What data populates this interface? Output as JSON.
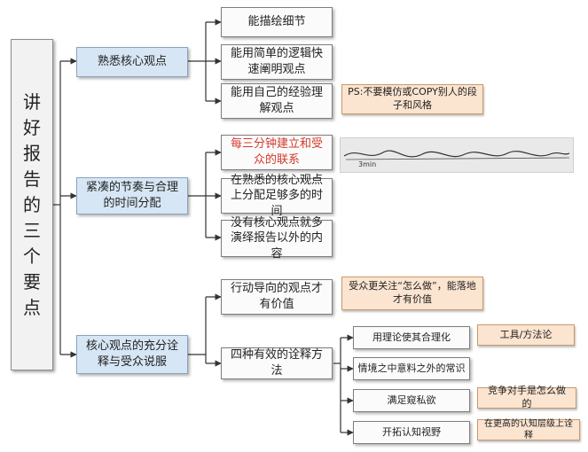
{
  "root": {
    "chars": [
      "讲",
      "好",
      "报",
      "告",
      "的",
      "三",
      "个",
      "要",
      "点"
    ]
  },
  "branches": [
    {
      "label": "熟悉核心观点",
      "children": [
        "能描绘细节",
        "能用简单的逻辑快速阐明观点",
        "能用自己的经验理解观点"
      ],
      "note": "PS:不要模仿或COPY别人的段子和风格"
    },
    {
      "label": "紧凑的节奏与合理的时间分配",
      "children": [
        "每三分钟建立和受众的联系",
        "在熟悉的核心观点上分配足够多的时间",
        "没有核心观点就多演绎报告以外的内容"
      ],
      "sketch_label": "3min",
      "colors": {
        "highlight": "#d33a2c"
      }
    },
    {
      "label": "核心观点的充分诠释与受众说服",
      "children": [
        "行动导向的观点才有价值",
        "四种有效的诠释方法"
      ],
      "note": "受众更关注“怎么做”，能落地才有价值",
      "methods": [
        {
          "label": "用理论使其合理化",
          "note": "工具/方法论"
        },
        {
          "label": "情境之中意料之外的常识",
          "note": ""
        },
        {
          "label": "满足窥私欲",
          "note": "竞争对手是怎么做的"
        },
        {
          "label": "开拓认知视野",
          "note": "在更高的认知层级上诠释"
        }
      ]
    }
  ]
}
